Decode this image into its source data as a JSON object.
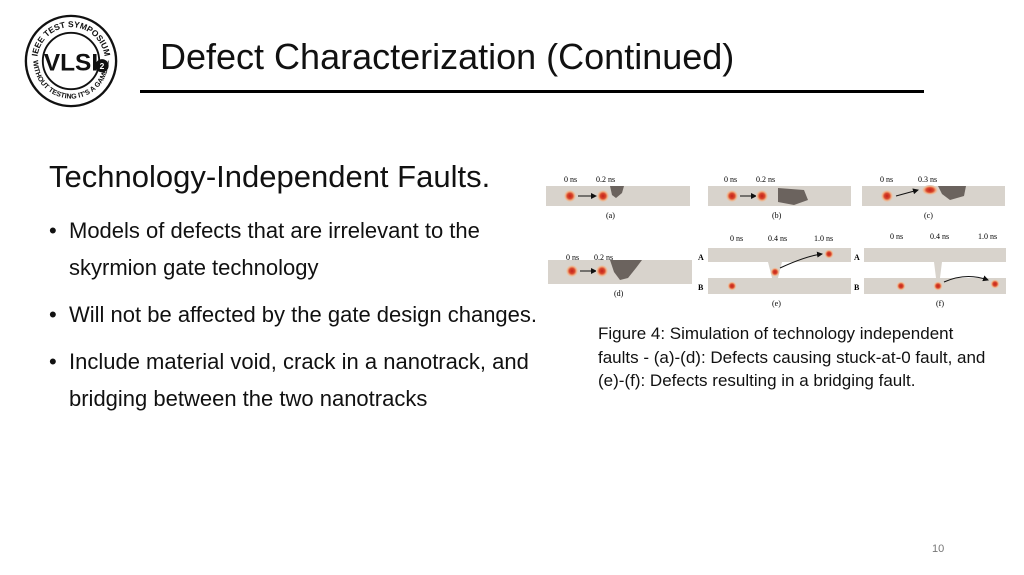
{
  "logo": {
    "top_text": "IEEE TEST SYMPOSIUM",
    "bottom_text": "WITHOUT TESTING IT'S A GAMBLE",
    "center_text": "VLSI",
    "badge": "2"
  },
  "slide": {
    "title": "Defect Characterization (Continued)",
    "heading": "Technology-Independent Faults.",
    "bullets": [
      "Models of defects that are irrelevant to the skyrmion gate technology",
      "Will not be affected by the gate design changes.",
      "Include material void, crack in a nanotrack, and bridging between the two nanotracks"
    ],
    "page_number": "10"
  },
  "figure": {
    "panels": [
      {
        "label": "(a)",
        "times": [
          "0 ns",
          "0.2 ns"
        ]
      },
      {
        "label": "(b)",
        "times": [
          "0 ns",
          "0.2 ns"
        ]
      },
      {
        "label": "(c)",
        "times": [
          "0 ns",
          "0.3 ns"
        ]
      },
      {
        "label": "(d)",
        "times": [
          "0 ns",
          "0.2 ns"
        ]
      },
      {
        "label": "(e)",
        "times": [
          "0 ns",
          "0.4 ns",
          "1.0 ns"
        ],
        "tracks": [
          "A",
          "B"
        ]
      },
      {
        "label": "(f)",
        "times": [
          "0 ns",
          "0.4 ns",
          "1.0 ns"
        ],
        "tracks": [
          "A",
          "B"
        ]
      }
    ],
    "caption": "Figure 4: Simulation of technology independent faults - (a)-(d): Defects causing stuck-at-0 fault, and (e)-(f): Defects resulting in a bridging fault."
  },
  "colors": {
    "track": "#d8d3cc",
    "defect": "#6b635e",
    "skyrmion_core": "#c2211e",
    "skyrmion_ring": "#f0b48a"
  }
}
